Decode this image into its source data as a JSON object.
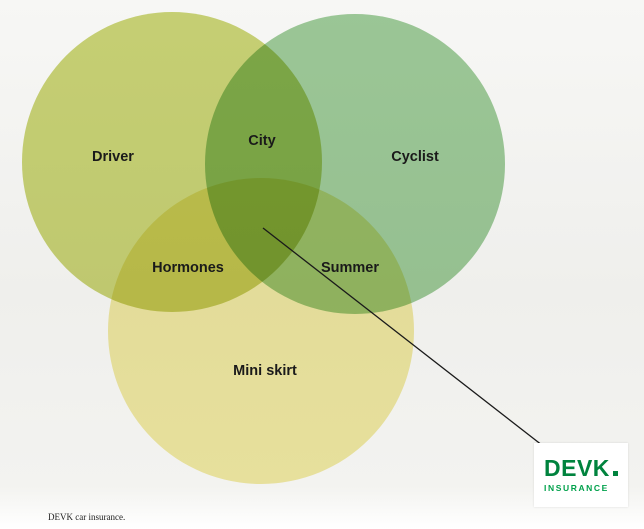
{
  "diagram": {
    "type": "venn",
    "sets": [
      {
        "id": "driver",
        "label": "Driver",
        "color": "#ccd678"
      },
      {
        "id": "cyclist",
        "label": "Cyclist",
        "color": "#a0cd9c"
      },
      {
        "id": "miniskirt",
        "label": "Mini skirt",
        "color": "#f3eba6"
      }
    ],
    "intersections": [
      {
        "id": "city",
        "label": "City",
        "between": [
          "driver",
          "cyclist"
        ]
      },
      {
        "id": "hormones",
        "label": "Hormones",
        "between": [
          "driver",
          "miniskirt"
        ]
      },
      {
        "id": "summer",
        "label": "Summer",
        "between": [
          "cyclist",
          "miniskirt"
        ]
      }
    ],
    "center_callout": {
      "points_to": "logo",
      "line_color": "#1a1a1a"
    }
  },
  "logo": {
    "brand": "DEVK",
    "tagline": "INSURANCE",
    "brand_color": "#00833e",
    "tagline_color": "#00a14b"
  },
  "caption": "DEVK car insurance."
}
